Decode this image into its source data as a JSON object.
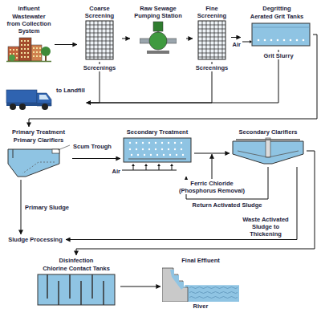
{
  "diagram": {
    "nodes": [
      {
        "text": [
          "Influent",
          "Wastewater from Collection System"
        ]
      },
      {
        "text": [
          "Coarse Screening"
        ]
      },
      {
        "text": [
          "Raw Sewage Pumping Station"
        ]
      },
      {
        "text": [
          "Fine Screening"
        ]
      },
      {
        "text": [
          "Degritting",
          "Aerated Grit Tanks"
        ]
      },
      {
        "text": [
          "to Landfill"
        ]
      },
      {
        "text": [
          "Primary Treatment",
          "Primary Clarifiers"
        ]
      },
      {
        "text": [
          "Secondary Treatment"
        ]
      },
      {
        "text": [
          "Secondary Clarifiers"
        ]
      },
      {
        "text": [
          "Sludge Processing"
        ]
      },
      {
        "text": [
          "Disinfection",
          "Chlorine Contact Tanks"
        ]
      },
      {
        "text": [
          "Final Effluent",
          "River"
        ]
      }
    ],
    "edges": [
      {
        "from": 0,
        "to": 1,
        "arrow": "to"
      },
      {
        "from": 1,
        "to": 2,
        "arrow": "to"
      },
      {
        "from": 2,
        "to": 3,
        "arrow": "to"
      },
      {
        "from": 3,
        "to": 4,
        "arrow": "to"
      },
      {
        "from": 1,
        "to": 5,
        "label": "Screenings",
        "arrow": "to"
      },
      {
        "from": 3,
        "to": 5,
        "label": "Screenings",
        "arrow": "to"
      },
      {
        "from": 4,
        "to": 5,
        "label": "Grit Slurry",
        "arrow": "to"
      },
      {
        "from": 4,
        "to": 6,
        "arrow": "to"
      },
      {
        "from": 6,
        "to": 7,
        "arrow": "to"
      },
      {
        "from": 7,
        "to": 8,
        "arrow": "to"
      },
      {
        "from": 8,
        "to": 7,
        "label": "Return Activated Sludge",
        "arrow": "to"
      },
      {
        "from": 8,
        "to": 9,
        "label": "Waste Activated Sludge to Thickening",
        "arrow": "to"
      },
      {
        "from": 6,
        "to": 9,
        "label": "Primary Sludge",
        "arrow": "to"
      },
      {
        "from": 8,
        "to": 10,
        "arrow": "to"
      },
      {
        "from": 10,
        "to": 11,
        "arrow": "to"
      }
    ],
    "labels": [
      "Air",
      "Scum Trough",
      "Air",
      "Ferric Chloride (Phosphorus Removal)"
    ]
  }
}
